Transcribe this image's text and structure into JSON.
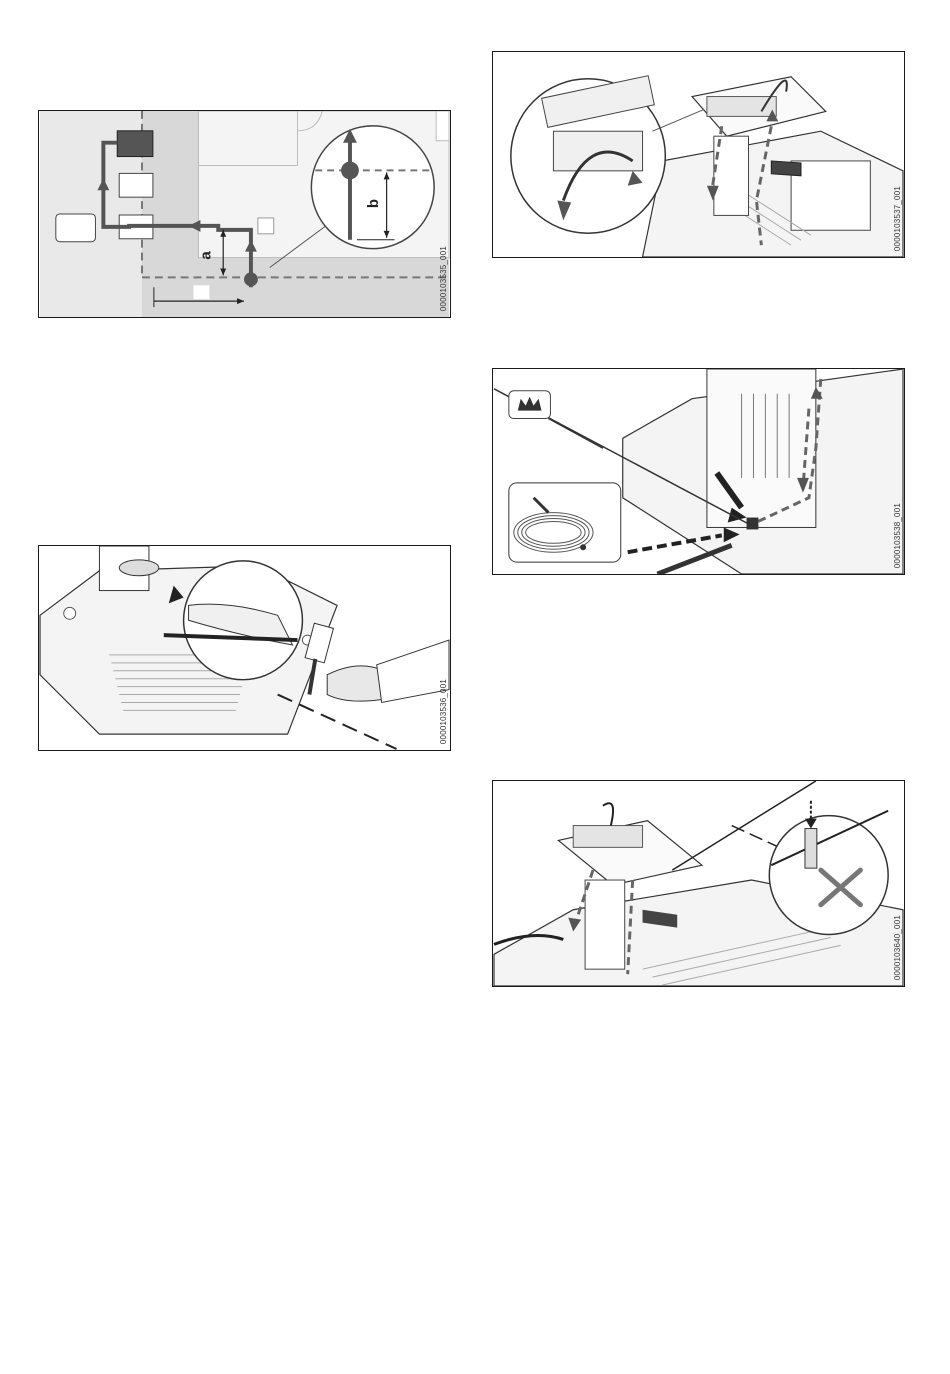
{
  "figures": {
    "fig1": {
      "code": "0000103535_001",
      "dim_a": "a",
      "dim_b": "b"
    },
    "fig2": {
      "code": "0000103536_001"
    },
    "fig3": {
      "code": "0000103537_001"
    },
    "fig4": {
      "code": "0000103538_001"
    },
    "fig5": {
      "code": "0000103640_001"
    }
  },
  "colors": {
    "line": "#1a1a1a",
    "path": "#555555",
    "grey_fill": "#d6d6d6",
    "light_fill": "#ececec"
  }
}
